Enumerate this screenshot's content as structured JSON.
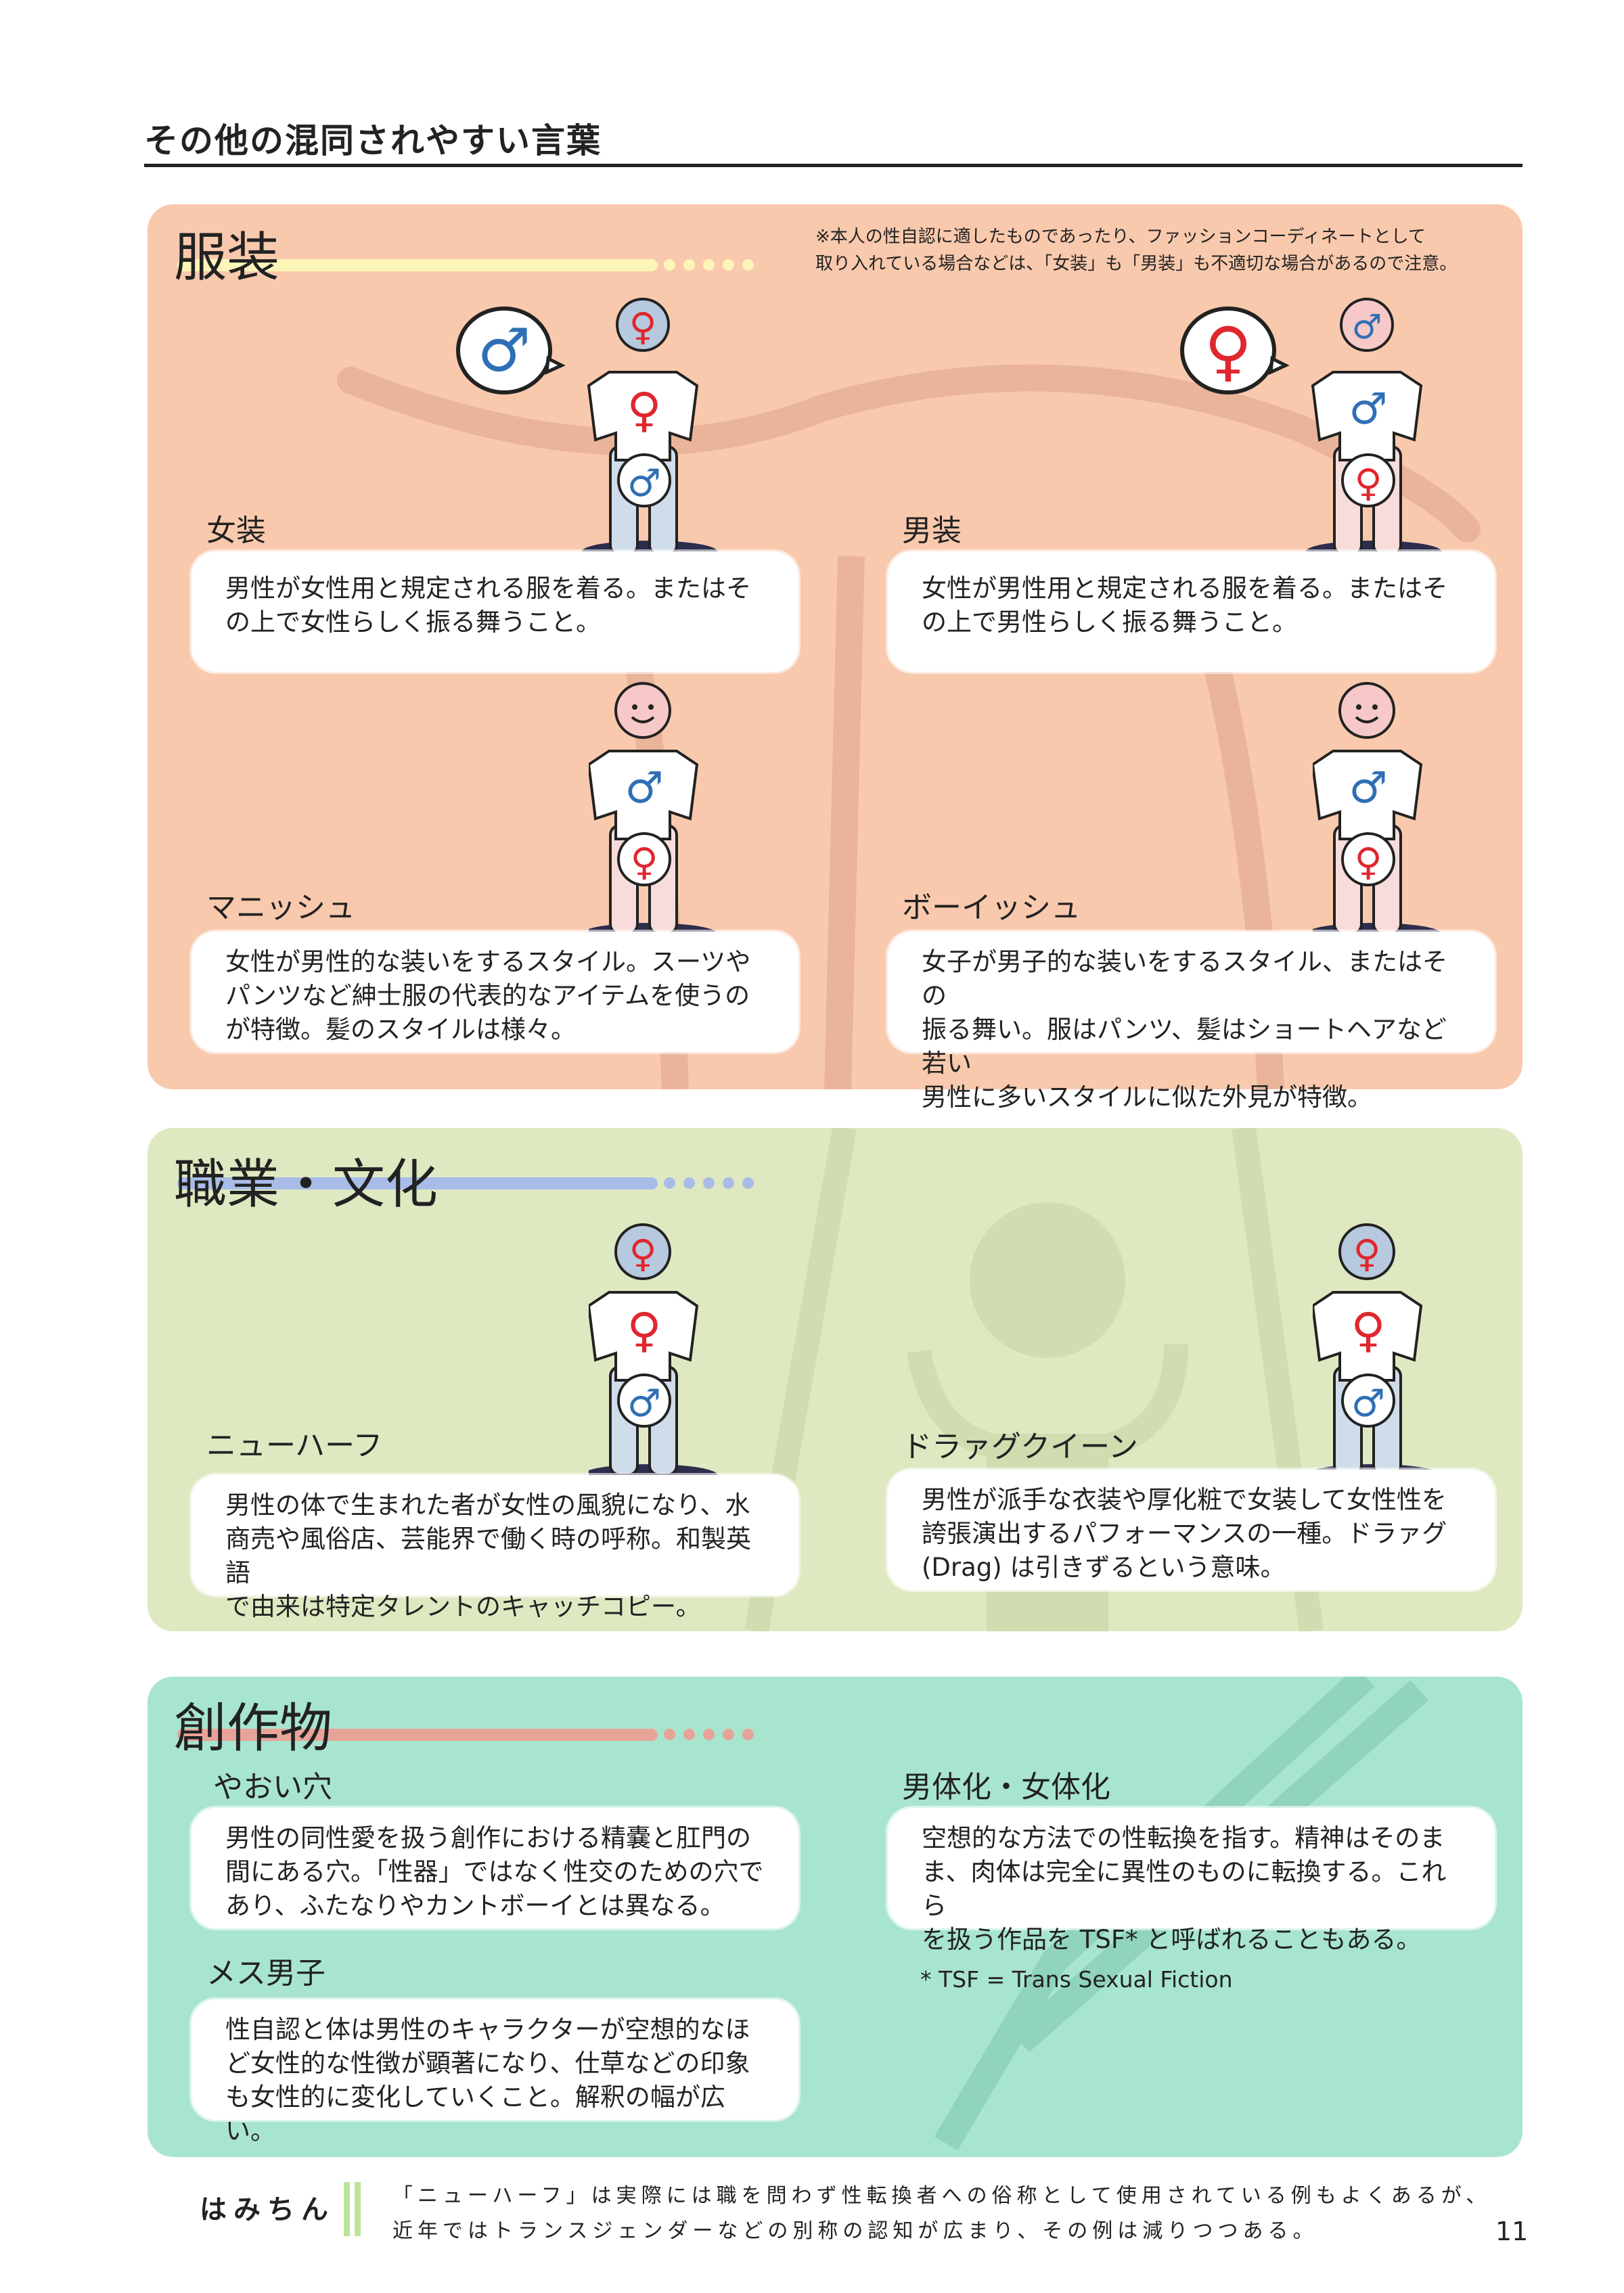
{
  "page_title": "その他の混同されやすい言葉",
  "sections": {
    "clothing": {
      "title": "服装",
      "note_lines": [
        "※本人の性自認に適したものであったり、ファッションコーディネートとして",
        "取り入れている場合などは、「女装」も「男装」も不適切な場合があるので注意。"
      ],
      "items": [
        {
          "term": "女装",
          "desc": [
            "男性が女性用と規定される服を着る。またはそ",
            "の上で女性らしく振る舞うこと。"
          ]
        },
        {
          "term": "男装",
          "desc": [
            "女性が男性用と規定される服を着る。またはそ",
            "の上で男性らしく振る舞うこと。"
          ]
        },
        {
          "term": "マニッシュ",
          "desc": [
            "女性が男性的な装いをするスタイル。スーツや",
            "パンツなど紳士服の代表的なアイテムを使うの",
            "が特徴。髪のスタイルは様々。"
          ]
        },
        {
          "term": "ボーイッシュ",
          "desc": [
            "女子が男子的な装いをするスタイル、またはその",
            "振る舞い。服はパンツ、髪はショートヘアなど若い",
            "男性に多いスタイルに似た外見が特徴。"
          ]
        }
      ]
    },
    "culture": {
      "title": "職業・文化",
      "items": [
        {
          "term": "ニューハーフ",
          "desc": [
            "男性の体で生まれた者が女性の風貌になり、水",
            "商売や風俗店、芸能界で働く時の呼称。和製英語",
            "で由来は特定タレントのキャッチコピー。"
          ]
        },
        {
          "term": "ドラァグクイーン",
          "desc": [
            "男性が派手な衣装や厚化粧で女装して女性性を",
            "誇張演出するパフォーマンスの一種。ドラァグ",
            "(Drag) は引きずるという意味。"
          ]
        }
      ]
    },
    "fiction": {
      "title": "創作物",
      "items": [
        {
          "term": "やおい穴",
          "desc": [
            "男性の同性愛を扱う創作における精嚢と肛門の",
            "間にある穴。「性器」ではなく性交のための穴で",
            "あり、ふたなりやカントボーイとは異なる。"
          ]
        },
        {
          "term": "男体化・女体化",
          "desc": [
            "空想的な方法での性転換を指す。精神はそのま",
            "ま、肉体は完全に異性のものに転換する。これら",
            "を扱う作品を TSF* と呼ばれることもある。"
          ]
        },
        {
          "term": "メス男子",
          "desc": [
            "性自認と体は男性のキャラクターが空想的なほ",
            "ど女性的な性徴が顕著になり、仕草などの印象",
            "も女性的に変化していくこと。解釈の幅が広い。"
          ]
        }
      ],
      "footnote": "* TSF = Trans Sexual Fiction"
    }
  },
  "symbols": {
    "male": "♂",
    "female": "♀"
  },
  "colors": {
    "male_blue": "#2f6fb5",
    "female_red": "#e0262e",
    "face_pink": "#f6c8c8",
    "face_blue": "#b7c9de"
  },
  "author": "はみちん",
  "bottom_note": [
    "「ニューハーフ」は実際には職を問わず性転換者への俗称として使用されている例もよくあるが、",
    "近年ではトランスジェンダーなどの別称の認知が広まり、その例は減りつつある。"
  ],
  "page_number": "11"
}
